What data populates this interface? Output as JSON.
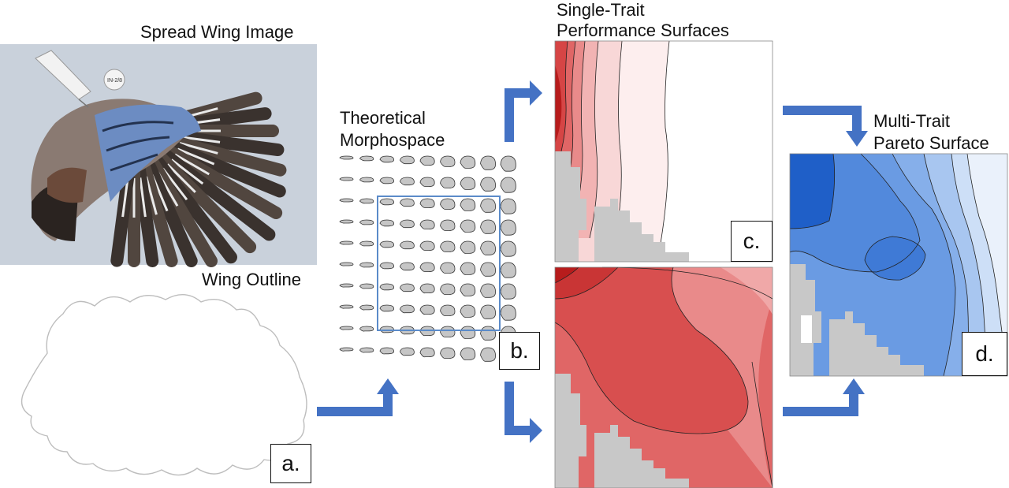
{
  "titles": {
    "spread_wing": "Spread Wing Image",
    "wing_outline": "Wing Outline",
    "morphospace_line1": "Theoretical",
    "morphospace_line2": "Morphospace",
    "single_trait_line1": "Single-Trait",
    "single_trait_line2": "Performance Surfaces",
    "multi_trait_line1": "Multi-Trait",
    "multi_trait_line2": "Pareto Surface"
  },
  "panel_tags": {
    "a": "a.",
    "b": "b.",
    "c": "c.",
    "d": "d."
  },
  "photo_tag_text": "IN-2/8",
  "colors": {
    "arrow": "#4472c4",
    "grey_region": "#c8c8c8",
    "red_scale": [
      "#b71c1c",
      "#c62828",
      "#d64545",
      "#e06666",
      "#e98a8a",
      "#f2b3b3",
      "#f8d7d7",
      "#fdeeee"
    ],
    "red_scale_lower": [
      "#b71c1c",
      "#c93535",
      "#d84f4f",
      "#e06666",
      "#e98a8a",
      "#f0a8a8"
    ],
    "blue_scale": [
      "#1f5fc8",
      "#2d6ccf",
      "#3f7ad6",
      "#5289dc",
      "#6a9be3",
      "#86afea",
      "#a8c6f0",
      "#cddff7",
      "#eaf1fb"
    ],
    "selection_box": "#5b8bc9"
  },
  "icons": [
    "wing-photo",
    "wing-outline-icon",
    "arrow-icon"
  ],
  "morphospace": {
    "rows": 10,
    "cols": 9
  }
}
